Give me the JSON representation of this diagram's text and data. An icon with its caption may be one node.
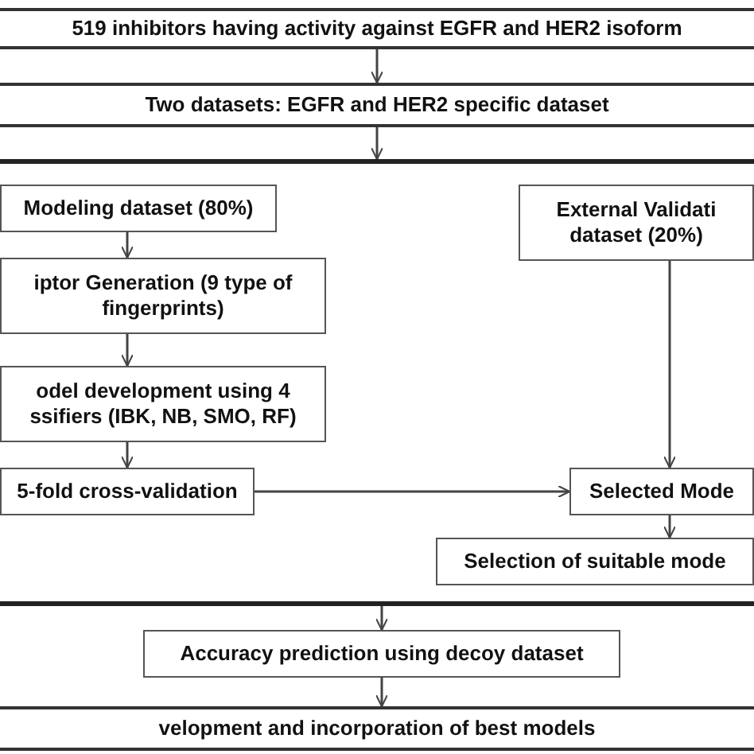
{
  "diagram": {
    "nodes": [
      {
        "text": [
          "519 inhibitors having activity against EGFR and HER2 isoform"
        ]
      },
      {
        "text": [
          "Two datasets: EGFR and HER2 specific dataset"
        ]
      },
      {
        "text": [],
        "shape": "bar"
      },
      {
        "text": [
          "Modeling dataset (80%)"
        ]
      },
      {
        "text": [
          "iptor Generation (9 type of fingerprints)"
        ]
      },
      {
        "text": [
          "odel development using 4 ssifiers (IBK, NB, SMO, RF)"
        ]
      },
      {
        "text": [
          "5-fold cross-validation"
        ]
      },
      {
        "text": [
          "External Validati dataset (20%)"
        ]
      },
      {
        "text": [
          "Selected Mode"
        ]
      },
      {
        "text": [
          "Selection of suitable mode"
        ]
      },
      {
        "text": [],
        "shape": "bar"
      },
      {
        "text": [
          "Accuracy prediction using decoy dataset"
        ]
      },
      {
        "text": [
          "velopment and incorporation of best models"
        ]
      }
    ],
    "edges": [
      {
        "from": 0,
        "to": 1,
        "arrow": "to"
      },
      {
        "from": 1,
        "to": 2,
        "arrow": "to"
      },
      {
        "from": 3,
        "to": 4,
        "arrow": "to"
      },
      {
        "from": 4,
        "to": 5,
        "arrow": "to"
      },
      {
        "from": 5,
        "to": 6,
        "arrow": "to"
      },
      {
        "from": 6,
        "to": 8,
        "arrow": "to"
      },
      {
        "from": 7,
        "to": 8,
        "arrow": "to"
      },
      {
        "from": 8,
        "to": 9,
        "arrow": "to"
      },
      {
        "from": 10,
        "to": 11,
        "arrow": "to"
      },
      {
        "from": 11,
        "to": 12,
        "arrow": "to"
      }
    ]
  }
}
